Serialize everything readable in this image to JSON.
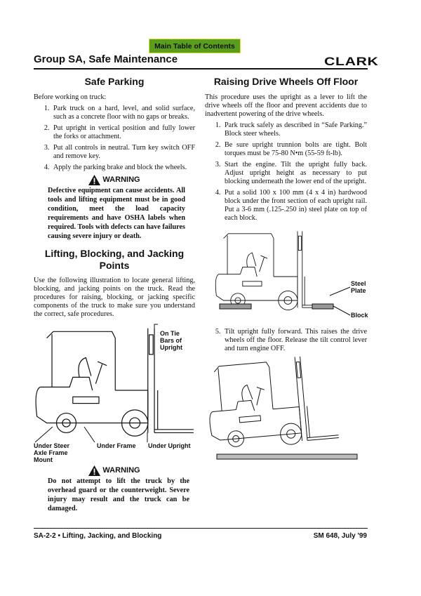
{
  "header": {
    "toc_button": "Main Table of Contents",
    "section_title": "Group SA, Safe Maintenance",
    "logo": "CLARK"
  },
  "safe_parking": {
    "title": "Safe Parking",
    "intro": "Before working on truck:",
    "steps": [
      "Park truck on a hard, level, and solid surface, such as a concrete floor with no gaps or breaks.",
      "Put upright in vertical position and fully lower the forks or attachment.",
      "Put all controls in neutral. Turn key switch OFF and remove key.",
      "Apply the parking brake and block the wheels."
    ],
    "warning_label": "WARNING",
    "warning_text": "Defective equipment can cause accidents. All tools and lifting equipment must be in good condition, meet the load capacity requirements and have OSHA labels when required. Tools with defects can have failures causing severe injury or death."
  },
  "lifting": {
    "title": "Lifting, Blocking, and Jacking Points",
    "intro": "Use the following illustration to locate general lifting, blocking, and jacking points on the truck. Read the procedures for raising, blocking, or jacking specific components of the truck to make sure you understand the correct, safe procedures.",
    "callouts": {
      "tie_bars": "On Tie Bars of Upright",
      "steer_axle": "Under Steer Axle Frame Mount",
      "frame": "Under Frame",
      "upright": "Under Upright"
    },
    "warning_label": "WARNING",
    "warning_text": "Do not attempt to lift the truck by the overhead guard or the counterweight. Severe injury may result and the truck can be damaged."
  },
  "raising": {
    "title": "Raising Drive Wheels Off Floor",
    "intro": "This procedure uses the upright as a lever to lift the drive wheels off the floor and prevent accidents due to inadvertent powering of the drive wheels.",
    "steps": [
      "Park truck safely as described in “Safe Parking.” Block steer wheels.",
      "Be sure upright trunnion bolts are tight. Bolt torques must be 75-80 N•m (55-59 ft-lb).",
      "Start the engine. Tilt the upright fully back. Adjust upright height as necessary to put blocking underneath the lower end of the upright.",
      "Put a solid 100 x 100 mm (4 x 4 in) hardwood block under the front section of each upright rail. Put a 3-6 mm (.125-.250 in) steel plate on top of each block."
    ],
    "step5": "Tilt upright fully forward. This raises the drive wheels off the floor. Release the tilt control lever and turn engine OFF.",
    "callouts": {
      "steel_plate": "Steel Plate",
      "block": "Block"
    }
  },
  "footer": {
    "left": "SA-2-2  •  Lifting, Jacking, and Blocking",
    "right": "SM 648, July '99"
  }
}
